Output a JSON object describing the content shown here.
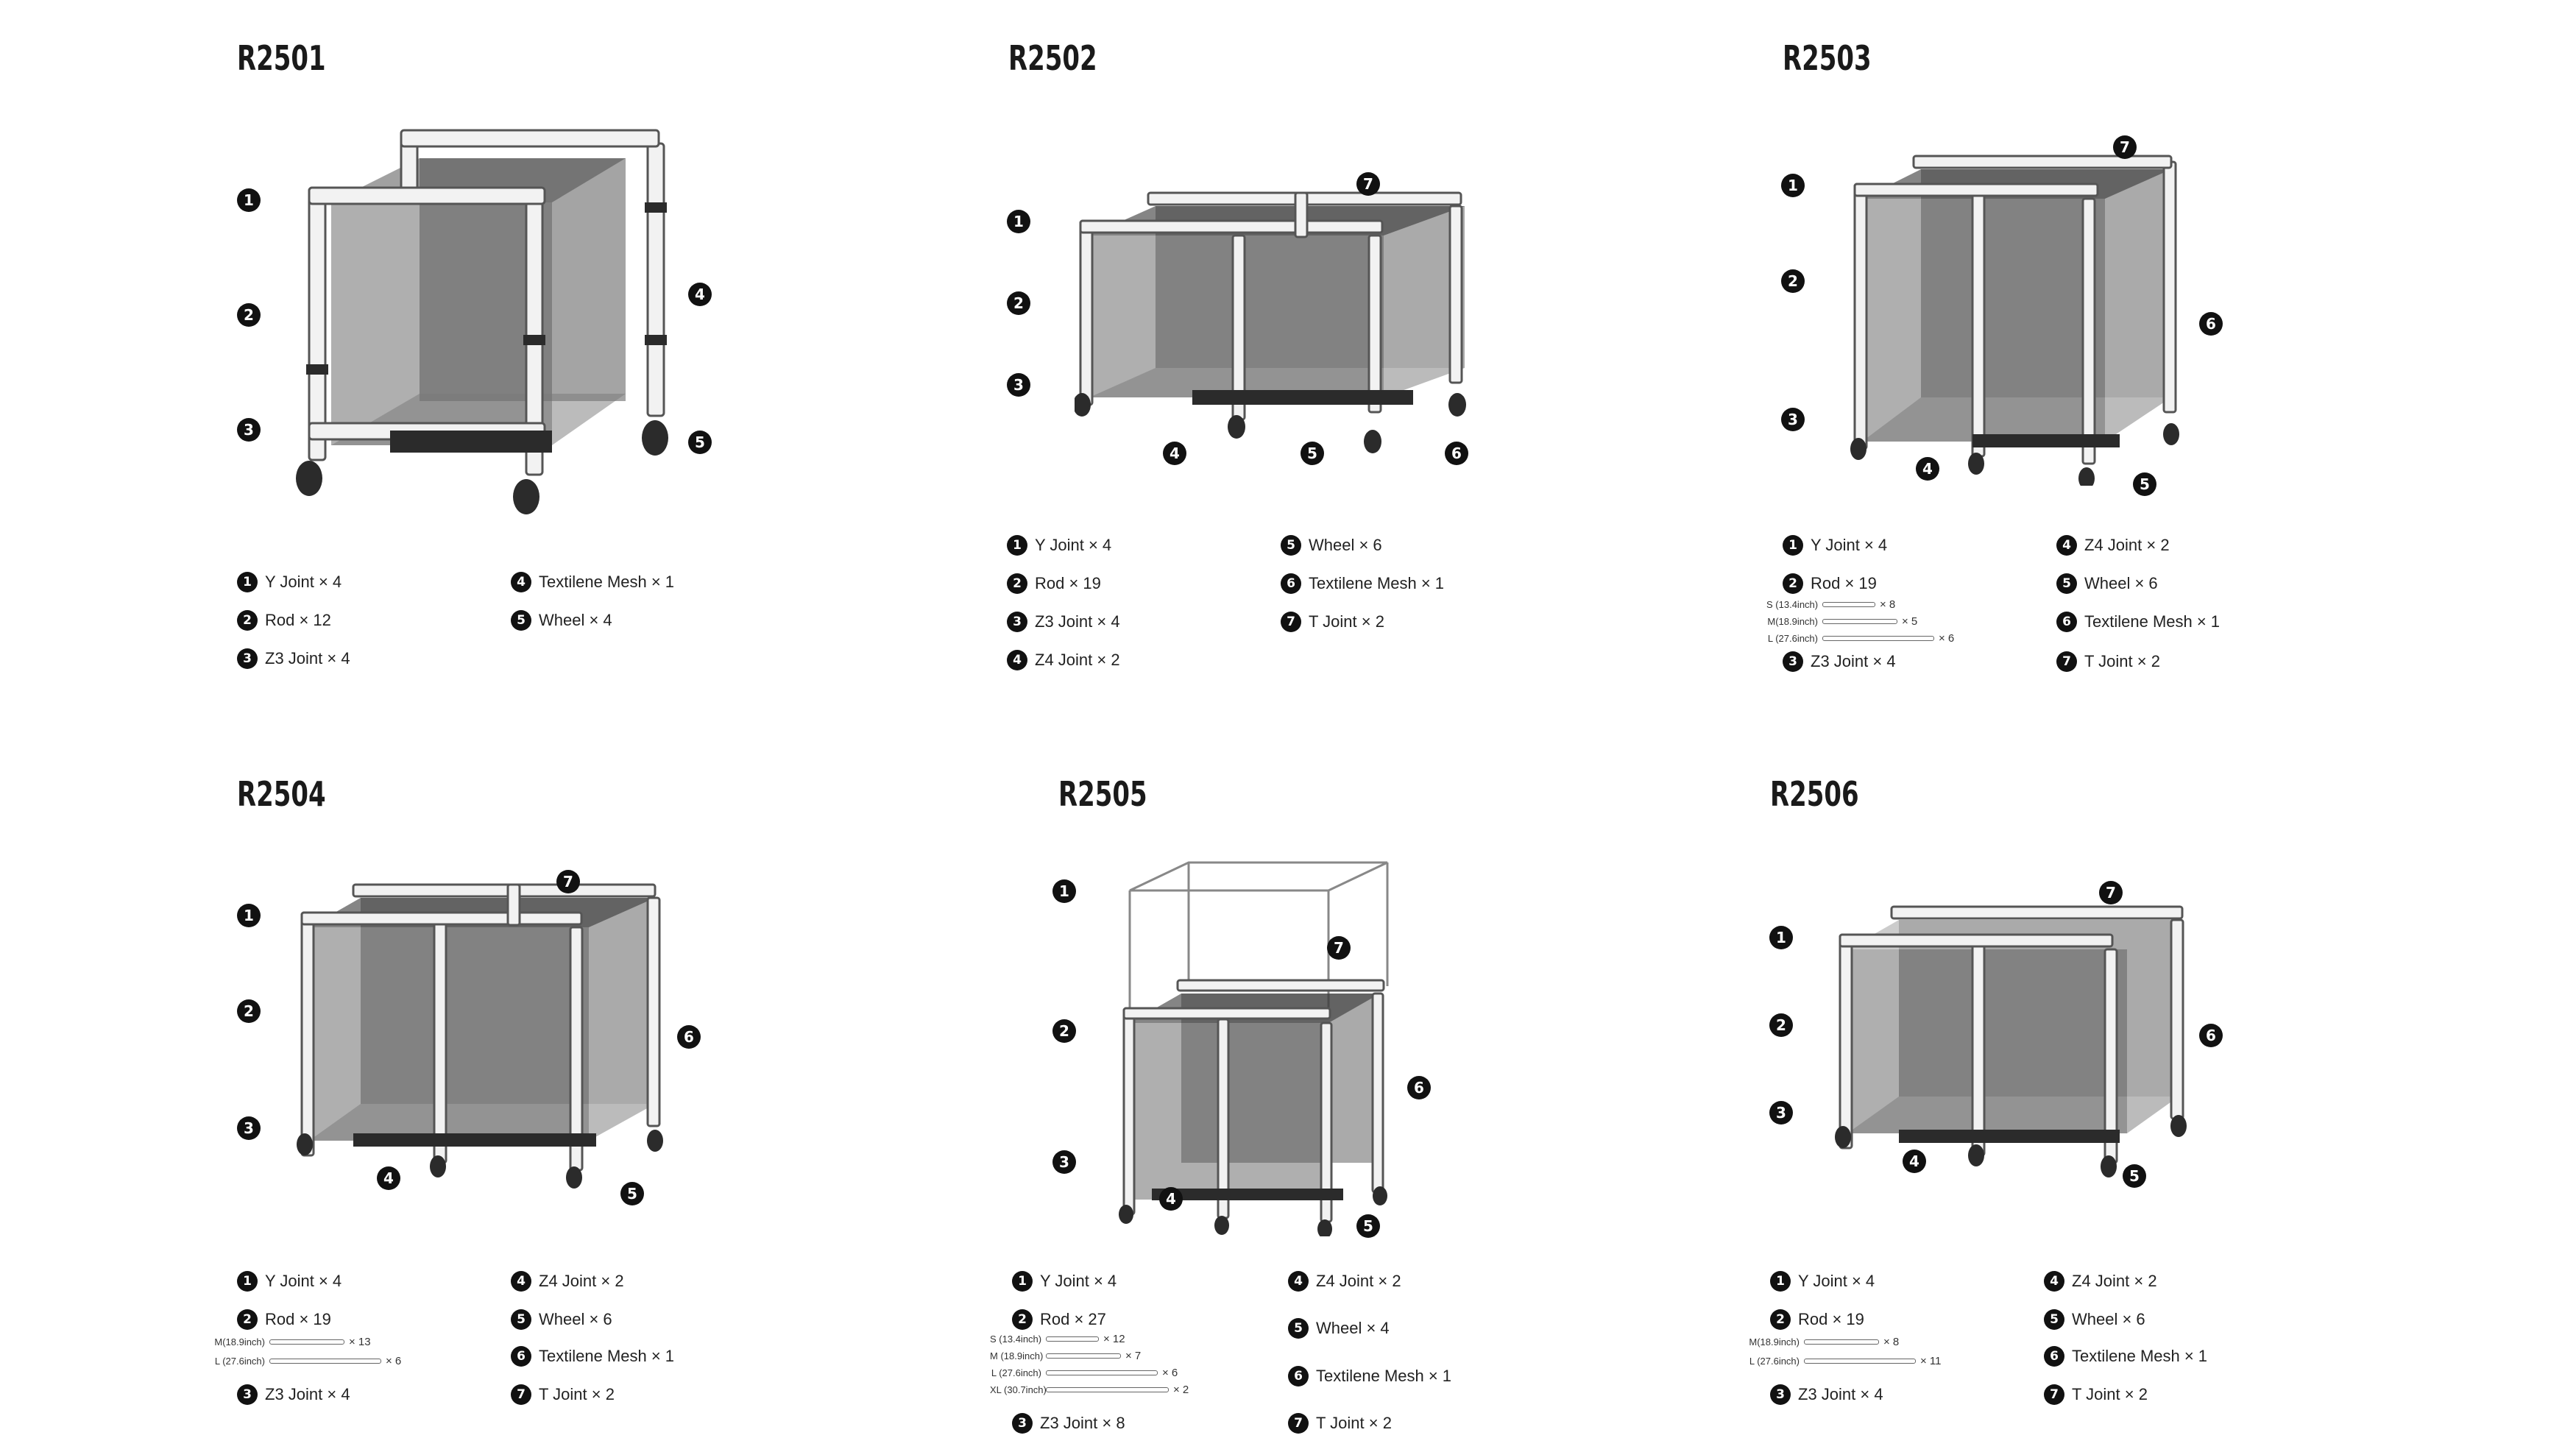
{
  "colors": {
    "frame": "#f2f2f2",
    "frame_stroke": "#555555",
    "joint": "#2b2b2b",
    "mesh": "#6e6e6e",
    "callout": "#111111"
  },
  "products": [
    {
      "model": "R2501",
      "callouts": [
        "1",
        "2",
        "3",
        "4",
        "5"
      ],
      "parts": [
        {
          "num": "1",
          "label": "Y Joint × 4"
        },
        {
          "num": "2",
          "label": "Rod × 12"
        },
        {
          "num": "3",
          "label": "Z3 Joint × 4"
        },
        {
          "num": "4",
          "label": "Textilene Mesh × 1"
        },
        {
          "num": "5",
          "label": "Wheel × 4"
        }
      ],
      "rod_sizes": []
    },
    {
      "model": "R2502",
      "callouts": [
        "1",
        "2",
        "3",
        "4",
        "5",
        "6",
        "7"
      ],
      "parts": [
        {
          "num": "1",
          "label": "Y Joint × 4"
        },
        {
          "num": "2",
          "label": "Rod × 19"
        },
        {
          "num": "3",
          "label": "Z3 Joint × 4"
        },
        {
          "num": "4",
          "label": "Z4 Joint × 2"
        },
        {
          "num": "5",
          "label": "Wheel × 6"
        },
        {
          "num": "6",
          "label": "Textilene Mesh × 1"
        },
        {
          "num": "7",
          "label": "T Joint × 2"
        }
      ],
      "rod_sizes": []
    },
    {
      "model": "R2503",
      "callouts": [
        "1",
        "2",
        "3",
        "4",
        "5",
        "6",
        "7"
      ],
      "parts": [
        {
          "num": "1",
          "label": "Y Joint × 4"
        },
        {
          "num": "2",
          "label": "Rod × 19"
        },
        {
          "num": "3",
          "label": "Z3 Joint × 4"
        },
        {
          "num": "4",
          "label": "Z4 Joint × 2"
        },
        {
          "num": "5",
          "label": "Wheel × 6"
        },
        {
          "num": "6",
          "label": "Textilene Mesh × 1"
        },
        {
          "num": "7",
          "label": "T Joint × 2"
        }
      ],
      "rod_sizes": [
        {
          "size": "S",
          "inch": "(13.4inch)",
          "count": "× 8"
        },
        {
          "size": "M",
          "inch": "(18.9inch)",
          "count": "× 5"
        },
        {
          "size": "L",
          "inch": "(27.6inch)",
          "count": "× 6"
        }
      ]
    },
    {
      "model": "R2504",
      "callouts": [
        "1",
        "2",
        "3",
        "4",
        "5",
        "6",
        "7"
      ],
      "parts": [
        {
          "num": "1",
          "label": "Y Joint × 4"
        },
        {
          "num": "2",
          "label": "Rod × 19"
        },
        {
          "num": "3",
          "label": "Z3 Joint × 4"
        },
        {
          "num": "4",
          "label": "Z4 Joint × 2"
        },
        {
          "num": "5",
          "label": "Wheel × 6"
        },
        {
          "num": "6",
          "label": "Textilene Mesh × 1"
        },
        {
          "num": "7",
          "label": "T Joint × 2"
        }
      ],
      "rod_sizes": [
        {
          "size": "M",
          "inch": "(18.9inch)",
          "count": "× 13"
        },
        {
          "size": "L",
          "inch": "(27.6inch)",
          "count": "× 6"
        }
      ]
    },
    {
      "model": "R2505",
      "callouts": [
        "1",
        "2",
        "3",
        "4",
        "5",
        "6",
        "7"
      ],
      "parts": [
        {
          "num": "1",
          "label": "Y Joint × 4"
        },
        {
          "num": "2",
          "label": "Rod × 27"
        },
        {
          "num": "3",
          "label": "Z3 Joint × 8"
        },
        {
          "num": "4",
          "label": "Z4 Joint × 2"
        },
        {
          "num": "5",
          "label": "Wheel × 4"
        },
        {
          "num": "6",
          "label": "Textilene Mesh × 1"
        },
        {
          "num": "7",
          "label": "T Joint × 2"
        }
      ],
      "rod_sizes": [
        {
          "size": "S",
          "inch": "(13.4inch)",
          "count": "× 12"
        },
        {
          "size": "M",
          "inch": "(18.9inch)",
          "count": "× 7"
        },
        {
          "size": "L",
          "inch": "(27.6inch)",
          "count": "× 6"
        },
        {
          "size": "XL",
          "inch": "(30.7inch)",
          "count": "× 2"
        }
      ]
    },
    {
      "model": "R2506",
      "callouts": [
        "1",
        "2",
        "3",
        "4",
        "5",
        "6",
        "7"
      ],
      "parts": [
        {
          "num": "1",
          "label": "Y Joint × 4"
        },
        {
          "num": "2",
          "label": "Rod × 19"
        },
        {
          "num": "3",
          "label": "Z3 Joint × 4"
        },
        {
          "num": "4",
          "label": "Z4 Joint × 2"
        },
        {
          "num": "5",
          "label": "Wheel × 6"
        },
        {
          "num": "6",
          "label": "Textilene Mesh × 1"
        },
        {
          "num": "7",
          "label": "T Joint × 2"
        }
      ],
      "rod_sizes": [
        {
          "size": "M",
          "inch": "(18.9inch)",
          "count": "× 8"
        },
        {
          "size": "L",
          "inch": "(27.6inch)",
          "count": "× 11"
        }
      ]
    }
  ]
}
